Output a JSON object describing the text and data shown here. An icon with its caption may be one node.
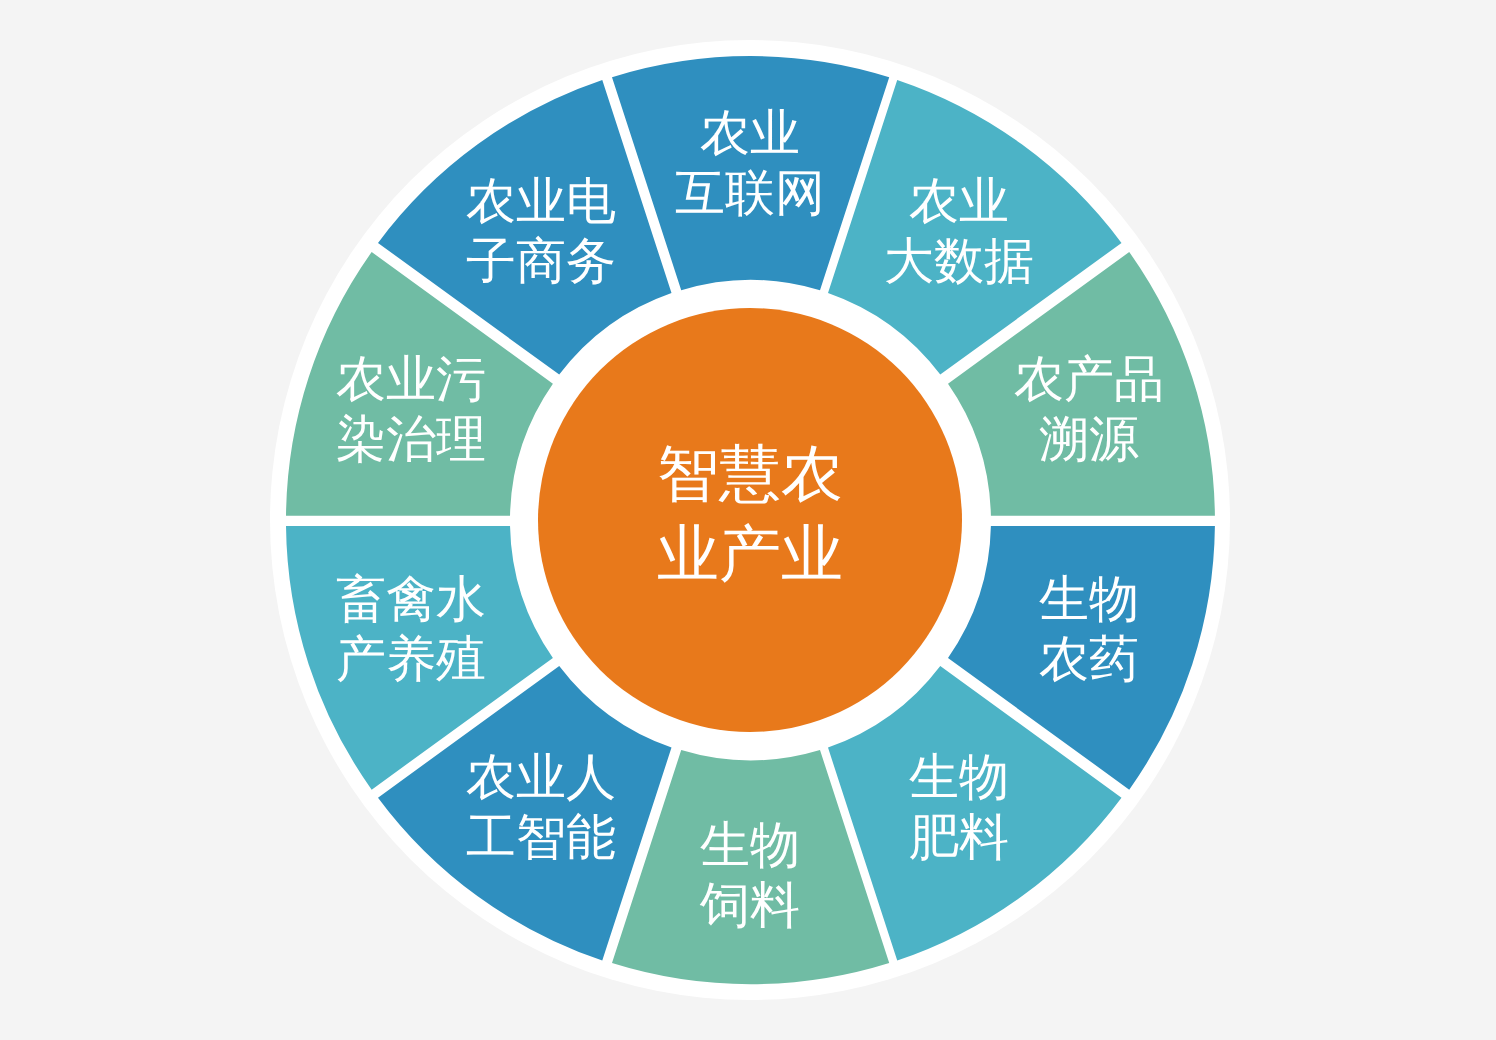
{
  "diagram": {
    "nodes": [
      {
        "text": [
          "智慧农业产业"
        ]
      },
      {
        "text": [
          "农业互联网"
        ]
      },
      {
        "text": [
          "农业大数据"
        ]
      },
      {
        "text": [
          "农产品溯源"
        ]
      },
      {
        "text": [
          "生物农药"
        ]
      },
      {
        "text": [
          "生物肥料"
        ]
      },
      {
        "text": [
          "生物饲料"
        ]
      },
      {
        "text": [
          "农业人工智能"
        ]
      },
      {
        "text": [
          "畜禽水产养殖"
        ]
      },
      {
        "text": [
          "农业污染治理"
        ]
      },
      {
        "text": [
          "农业电子商务"
        ]
      }
    ]
  }
}
